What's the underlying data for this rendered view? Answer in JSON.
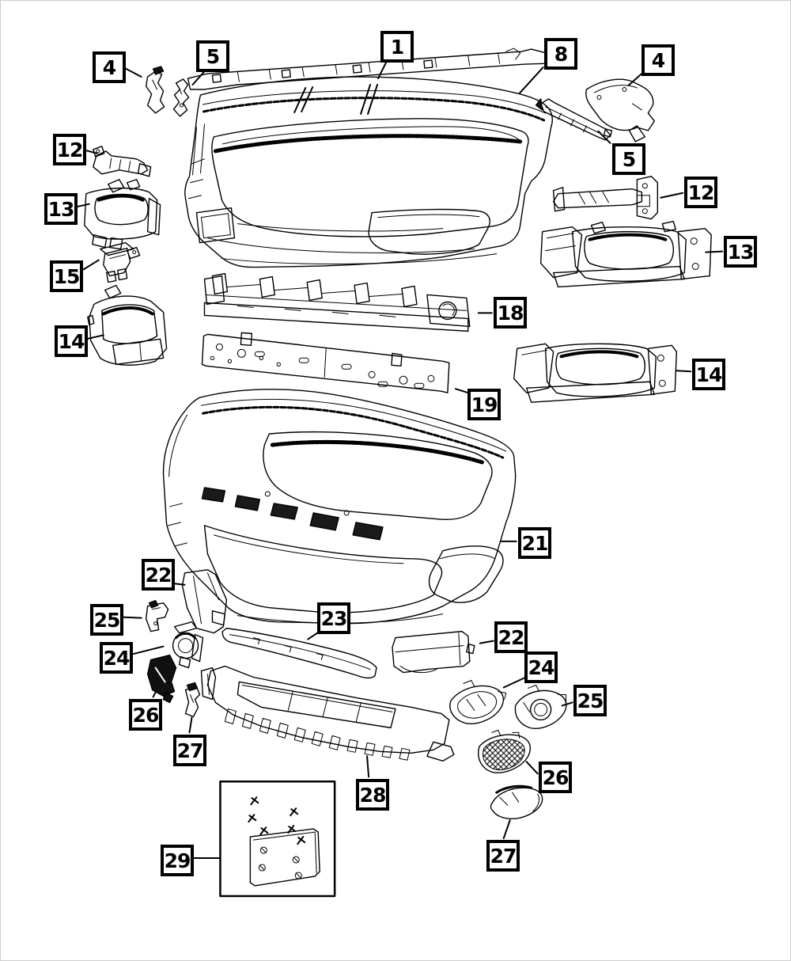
{
  "diagram": {
    "type": "exploded-parts-diagram",
    "subject": "front-bumper-fascia-assembly",
    "colors": {
      "background": "#ffffff",
      "line": "#000000",
      "callout_border": "#000000",
      "callout_fill": "#ffffff"
    },
    "callouts": {
      "c1": "1",
      "c4_left": "4",
      "c5_left": "5",
      "c8": "8",
      "c4_right": "4",
      "c5_right": "5",
      "c12_left": "12",
      "c12_right": "12",
      "c13_left": "13",
      "c13_right": "13",
      "c15": "15",
      "c18": "18",
      "c14_left": "14",
      "c14_right": "14",
      "c19": "19",
      "c21": "21",
      "c22_left": "22",
      "c23": "23",
      "c25_left": "25",
      "c24_left": "24",
      "c22_right": "22",
      "c24_right": "24",
      "c25_right": "25",
      "c26_left": "26",
      "c27_left": "27",
      "c26_right": "26",
      "c28": "28",
      "c27_right": "27",
      "c29": "29"
    }
  }
}
